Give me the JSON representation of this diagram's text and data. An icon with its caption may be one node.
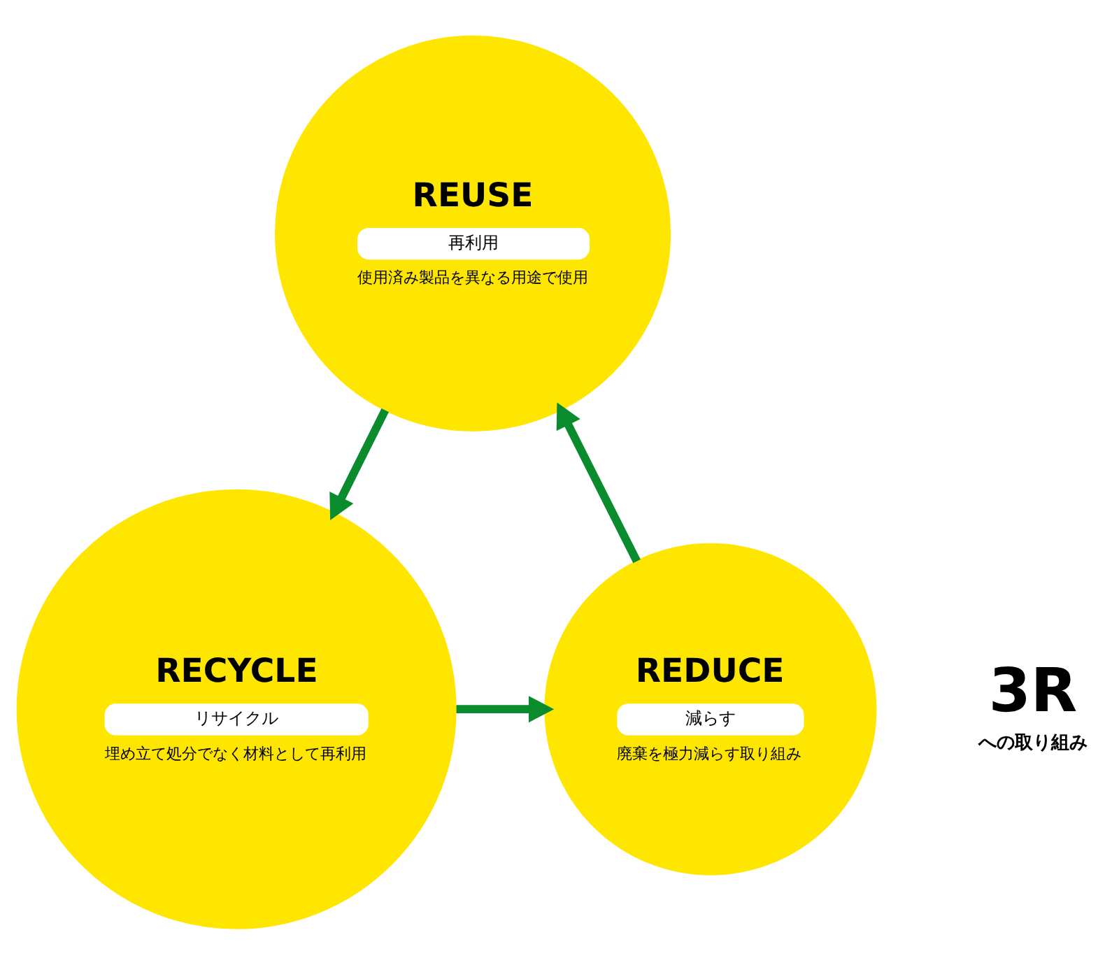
{
  "diagram": {
    "nodes": [
      {
        "text": [
          "REUSE",
          "再利用",
          "使用済み製品を異なる用途で使用"
        ]
      },
      {
        "text": [
          "REDUCE",
          "減らす",
          "廃棄を極力減らす取り組み"
        ]
      },
      {
        "text": [
          "RECYCLE",
          "リサイクル",
          "埋め立て処分でなく材料として再利用"
        ]
      }
    ],
    "edges": [
      {
        "from": 1,
        "to": 0,
        "arrow": "to"
      },
      {
        "from": 0,
        "to": 2,
        "arrow": "to"
      },
      {
        "from": 2,
        "to": 1,
        "arrow": "to"
      }
    ],
    "labels": [
      "3R",
      "への取り組み"
    ]
  }
}
